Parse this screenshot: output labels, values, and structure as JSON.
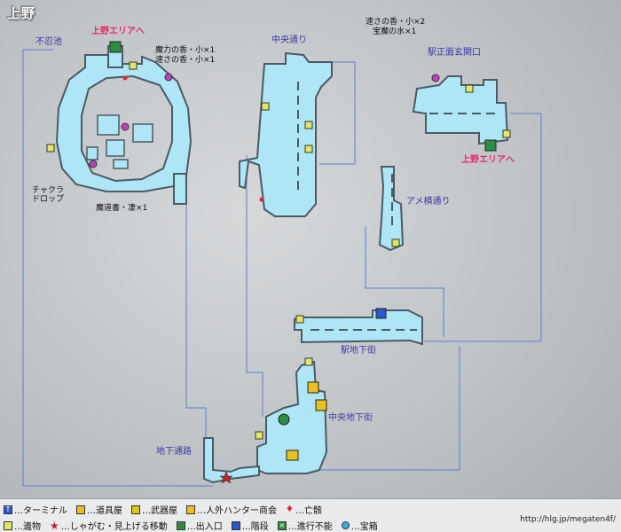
{
  "map": {
    "title": "上野",
    "places": {
      "shinobazu": "不忍池",
      "chuo_dori": "中央通り",
      "ekimae": "駅正面玄関口",
      "ameyoko": "アメ横通り",
      "eki_chika": "駅地下街",
      "chuo_chika": "中央地下街",
      "chika_tsuro": "地下通路"
    },
    "exits": {
      "top": "上野エリアへ",
      "right": "上野エリアへ"
    },
    "items": {
      "top_left_1": "魔力の香・小×1",
      "top_left_2": "速さの香・小×1",
      "top_right_1": "速さの香・小×2",
      "top_right_2": "宝魔の水×1",
      "chakra": "チャクラ\nドロップ",
      "kuuunchi": "魔道書・凄×1"
    }
  },
  "legend": {
    "row1": [
      {
        "icon": "terminal-icon",
        "glyph": "T",
        "label": "…ターミナル"
      },
      {
        "icon": "tool-shop-icon",
        "glyph": "",
        "label": "…道具屋"
      },
      {
        "icon": "weapon-shop-icon",
        "glyph": "",
        "label": "…武器屋"
      },
      {
        "icon": "hunter-shop-icon",
        "glyph": "",
        "label": "…人外ハンター商会"
      },
      {
        "icon": "corpse-icon",
        "glyph": "",
        "label": "…亡骸"
      }
    ],
    "row2": [
      {
        "icon": "relic-icon",
        "glyph": "",
        "label": "…遺物"
      },
      {
        "icon": "crouch-icon",
        "glyph": "",
        "label": "…しゃがむ・見上げる移動"
      },
      {
        "icon": "exit-icon",
        "glyph": "",
        "label": "…出入口"
      },
      {
        "icon": "stairs-icon",
        "glyph": "",
        "label": "…階段"
      },
      {
        "icon": "blocked-icon",
        "glyph": "",
        "label": "…進行不能"
      },
      {
        "icon": "chest-icon",
        "glyph": "",
        "label": "…宝箱"
      }
    ]
  },
  "site": "http://hlg.jp/megaten4f/",
  "colors": {
    "floor": "#aee6f6",
    "wall": "#4a5a66",
    "route": "#5a7fd0",
    "chest": "#c040c0",
    "exit_text": "#e0306a",
    "place_text": "#3a3aa6"
  }
}
